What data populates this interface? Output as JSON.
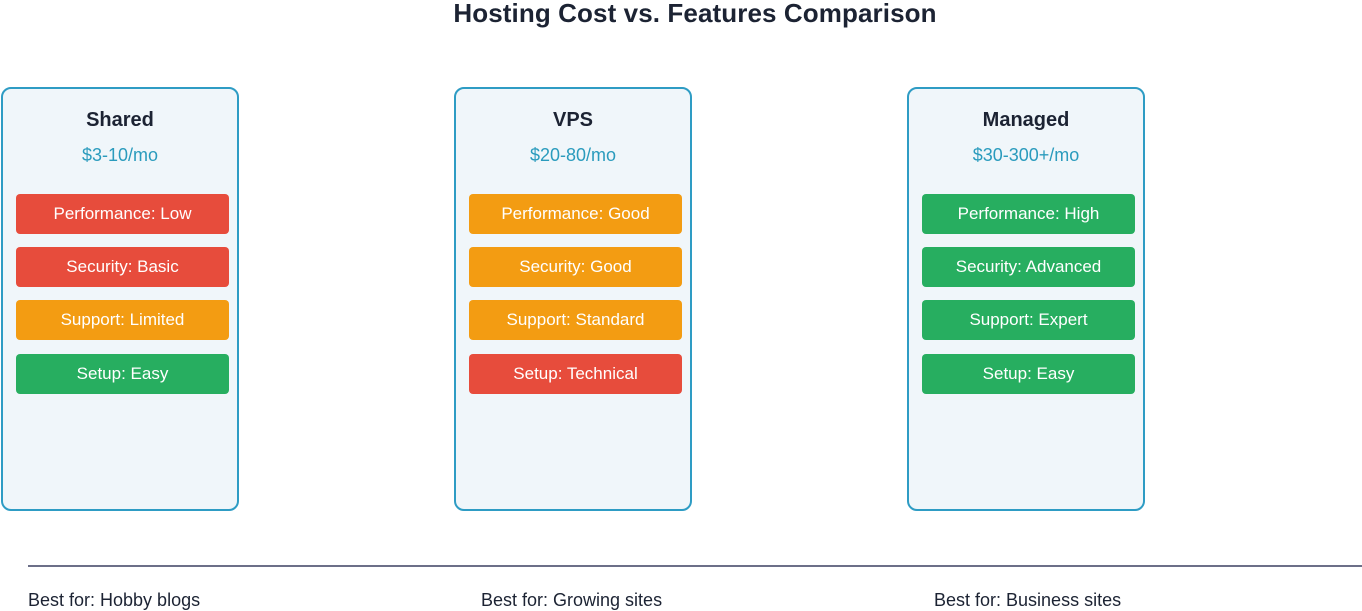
{
  "title": "Hosting Cost vs. Features Comparison",
  "colors": {
    "card_border": "#2e9cc4",
    "card_fill": "#f0f6fa",
    "price_text": "#2a9bbd",
    "rating_low": "#e74c3c",
    "rating_mid": "#f39c12",
    "rating_high": "#27ae60",
    "divider": "#6c6f88"
  },
  "plans": [
    {
      "name": "Shared",
      "price": "$3-10/mo",
      "features": [
        {
          "label": "Performance: Low",
          "level": "low"
        },
        {
          "label": "Security: Basic",
          "level": "low"
        },
        {
          "label": "Support: Limited",
          "level": "mid"
        },
        {
          "label": "Setup: Easy",
          "level": "high"
        }
      ],
      "best_for": "Best for: Hobby blogs"
    },
    {
      "name": "VPS",
      "price": "$20-80/mo",
      "features": [
        {
          "label": "Performance: Good",
          "level": "mid"
        },
        {
          "label": "Security: Good",
          "level": "mid"
        },
        {
          "label": "Support: Standard",
          "level": "mid"
        },
        {
          "label": "Setup: Technical",
          "level": "low"
        }
      ],
      "best_for": "Best for: Growing sites"
    },
    {
      "name": "Managed",
      "price": "$30-300+/mo",
      "features": [
        {
          "label": "Performance: High",
          "level": "high"
        },
        {
          "label": "Security: Advanced",
          "level": "high"
        },
        {
          "label": "Support: Expert",
          "level": "high"
        },
        {
          "label": "Setup: Easy",
          "level": "high"
        }
      ],
      "best_for": "Best for: Business sites"
    }
  ]
}
